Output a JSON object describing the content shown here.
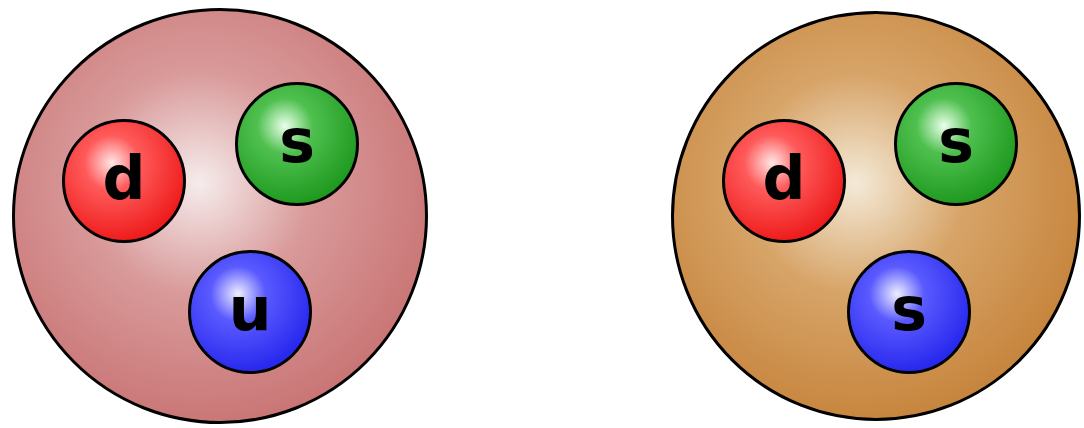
{
  "diagram": {
    "nodes": [
      {
        "text": []
      },
      {
        "text": [
          "d"
        ],
        "in": 0
      },
      {
        "text": [
          "s"
        ],
        "in": 0
      },
      {
        "text": [
          "u"
        ],
        "in": 0
      },
      {
        "text": []
      },
      {
        "text": [
          "d"
        ],
        "in": 4
      },
      {
        "text": [
          "s"
        ],
        "in": 4
      },
      {
        "text": [
          "s"
        ],
        "in": 4
      }
    ]
  }
}
